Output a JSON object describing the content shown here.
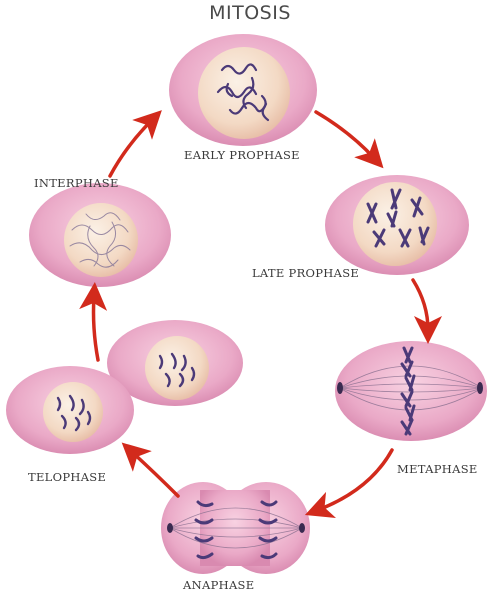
{
  "title": "MITOSIS",
  "stages": {
    "early_prophase": "EARLY PROPHASE",
    "interphase": "INTERPHASE",
    "late_prophase": "LATE PROPHASE",
    "metaphase": "METAPHASE",
    "telophase": "TELOPHASE",
    "anaphase": "ANAPHASE"
  },
  "colors": {
    "cell_membrane": "#e9a8c6",
    "nucleus": "#f4dcc8",
    "chromosome": "#4b3a78",
    "arrow": "#d22a1c",
    "label": "#3a3a3a"
  }
}
